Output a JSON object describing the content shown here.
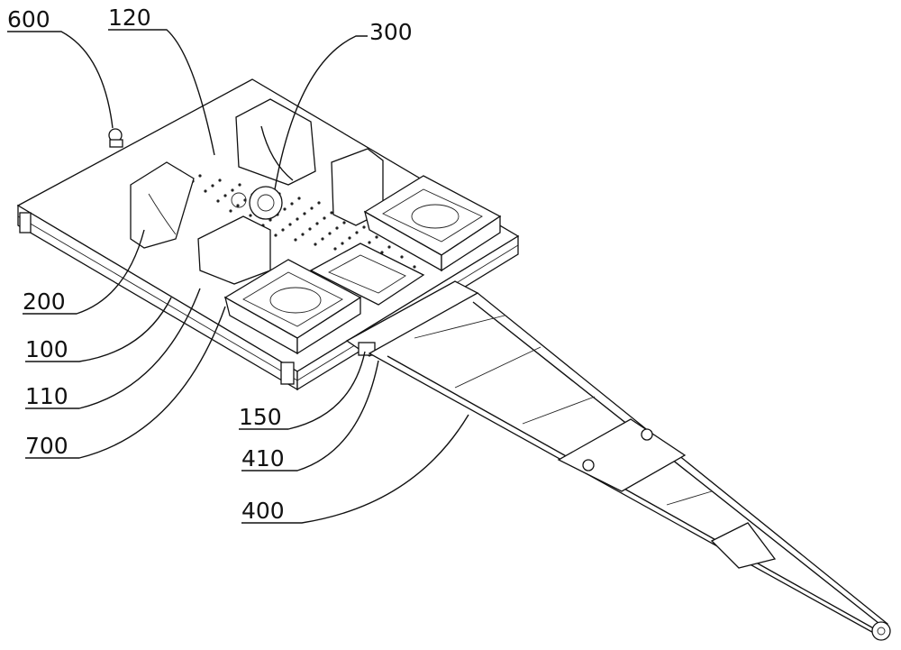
{
  "figure": {
    "reference_labels": [
      "600",
      "120",
      "300",
      "200",
      "100",
      "110",
      "700",
      "150",
      "410",
      "400"
    ]
  }
}
